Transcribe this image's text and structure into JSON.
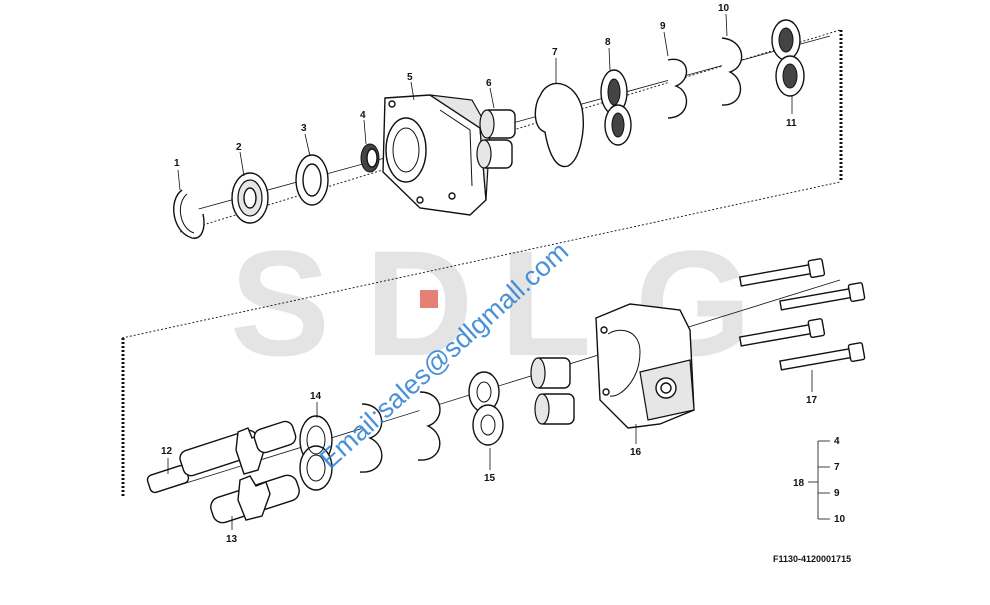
{
  "watermark": {
    "letters": [
      "S",
      "D",
      "L",
      "G"
    ],
    "accent_color": "#d94a3a",
    "email": "Email:sales@sdlgmall.com",
    "email_color": "#2a7fd4"
  },
  "drawing_number": "F1130-4120001715",
  "callouts": {
    "c1": "1",
    "c2": "2",
    "c3": "3",
    "c4": "4",
    "c5": "5",
    "c6": "6",
    "c7": "7",
    "c8": "8",
    "c9": "9",
    "c10": "10",
    "c11": "11",
    "c12": "12",
    "c13": "13",
    "c14": "14",
    "c15": "15",
    "c16": "16",
    "c17": "17"
  },
  "kit_legend": {
    "kit": "18",
    "items": [
      "4",
      "7",
      "9",
      "10"
    ]
  }
}
